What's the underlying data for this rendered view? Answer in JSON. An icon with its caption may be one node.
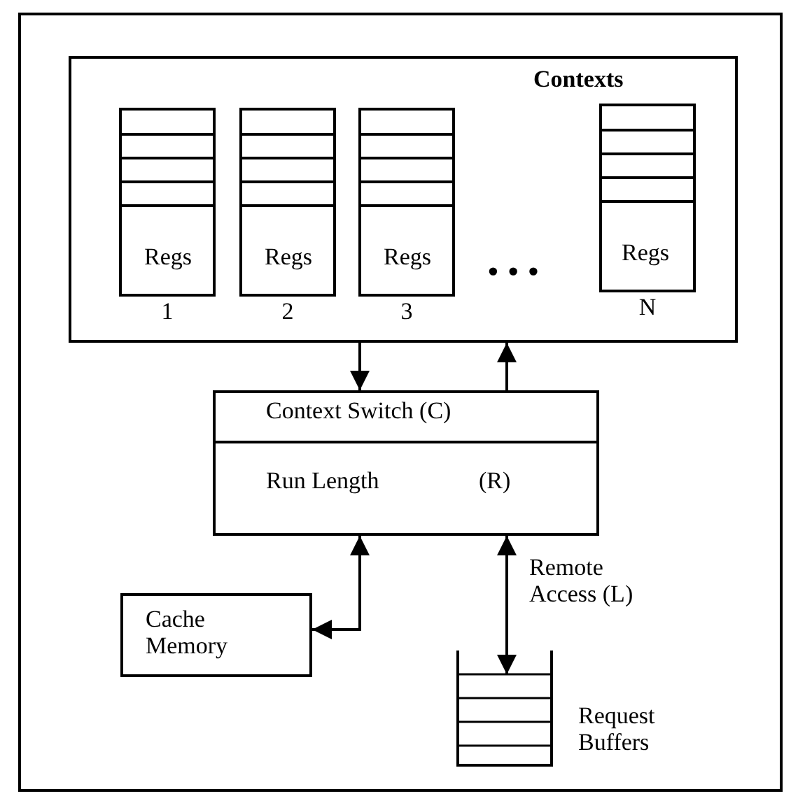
{
  "diagram": {
    "nodes": [
      {
        "text": [
          "Contexts"
        ]
      },
      {
        "text": [
          "Regs"
        ],
        "in": 0,
        "beside": [
          "1"
        ]
      },
      {
        "text": [
          "Regs"
        ],
        "in": 0,
        "beside": [
          "2"
        ]
      },
      {
        "text": [
          "Regs"
        ],
        "in": 0,
        "beside": [
          "3"
        ]
      },
      {
        "text": [
          "Regs"
        ],
        "in": 0,
        "beside": [
          "N"
        ]
      },
      {
        "text": [
          "Context Switch (C)",
          "Run Length",
          "(R)"
        ]
      },
      {
        "text": [
          "Cache Memory"
        ]
      },
      {
        "text": [],
        "shape": "stack",
        "beside": [
          "Request Buffers"
        ]
      }
    ],
    "edges": [
      {
        "from": 0,
        "to": 5,
        "arrow": "to"
      },
      {
        "from": 5,
        "to": 0,
        "arrow": "to"
      },
      {
        "from": 5,
        "to": 6,
        "arrow": "both"
      },
      {
        "from": 5,
        "to": 7,
        "arrow": "both",
        "label": "Remote Access (L)"
      }
    ],
    "labels": [
      "• • •"
    ]
  }
}
